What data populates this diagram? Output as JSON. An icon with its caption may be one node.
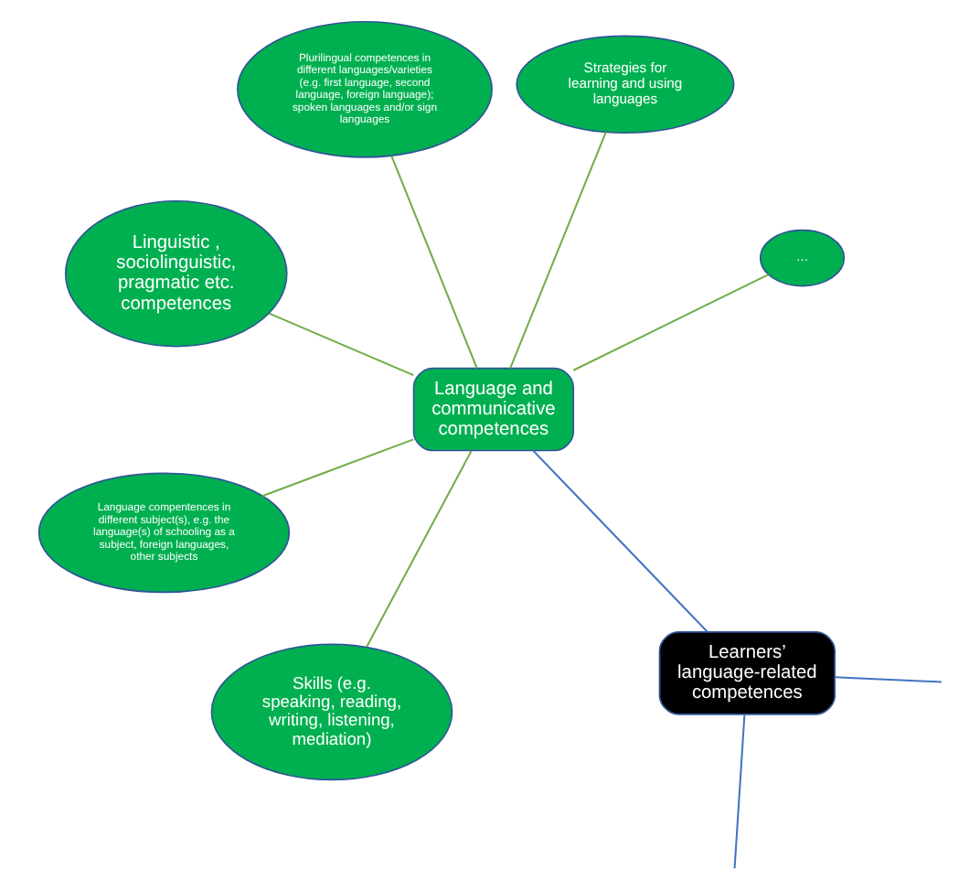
{
  "diagram": {
    "nodes": [
      {
        "text": [
          "Linguistic , sociolinguistic, pragmatic etc. competences"
        ]
      },
      {
        "text": [
          "…"
        ]
      },
      {
        "text": [
          "Skills (e.g. speaking, reading, writing, listening, mediation)"
        ]
      },
      {
        "text": [
          "Language and communicative competences"
        ]
      },
      {
        "text": [
          "Strategies for learning and using languages"
        ]
      },
      {
        "text": [
          "Plurilingual competences in different languages/varieties (e.g. first language, second language, foreign language); spoken languages and/or sign languages"
        ]
      },
      {
        "text": [
          "Language compentences in different subject(s), e.g. the language(s) of schooling as a subject, foreign languages, other subjects"
        ]
      },
      {
        "text": [
          "Learners’ language-related competences"
        ]
      }
    ],
    "edges": [
      {
        "from": 3,
        "to": 0,
        "arrow": "none"
      },
      {
        "from": 3,
        "to": 1,
        "arrow": "none"
      },
      {
        "from": 3,
        "to": 2,
        "arrow": "none"
      },
      {
        "from": 3,
        "to": 4,
        "arrow": "none"
      },
      {
        "from": 3,
        "to": 5,
        "arrow": "none"
      },
      {
        "from": 3,
        "to": 6,
        "arrow": "none"
      },
      {
        "from": 3,
        "to": 7,
        "arrow": "none",
        "color": "#4472c4"
      },
      {
        "from": 7,
        "to": null,
        "arrow": "none",
        "color": "#4472c4"
      },
      {
        "from": 7,
        "to": null,
        "arrow": "none",
        "color": "#4472c4"
      }
    ]
  }
}
